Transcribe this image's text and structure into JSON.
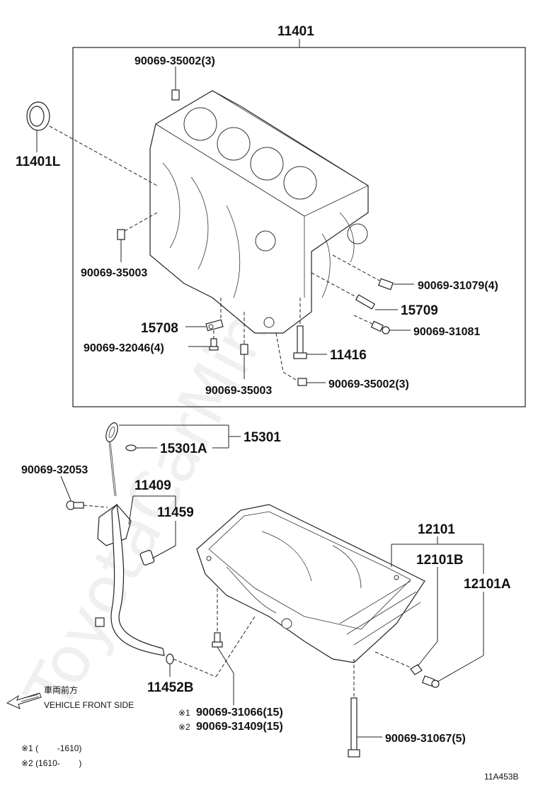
{
  "labels": {
    "block": "11401",
    "plug1": "90069-35002(3)",
    "seal": "11401L",
    "plug2": "90069-35003",
    "bolt_4": "90069-31079(4)",
    "nozzle": "15709",
    "bolt_31081": "90069-31081",
    "bracket": "15708",
    "screw_4": "90069-32046(4)",
    "stud": "11416",
    "plug3": "90069-35003",
    "plug4": "90069-35002(3)",
    "gauge": "15301",
    "gauge_oring": "15301A",
    "gauge_bolt": "90069-32053",
    "guide": "11409",
    "guide_oring": "11459",
    "oring_b": "11452B",
    "pan": "12101",
    "pan_b": "12101B",
    "pan_a": "12101A",
    "bolt_15a": "90069-31066(15)",
    "bolt_15b": "90069-31409(15)",
    "bolt_5": "90069-31067(5)",
    "mark1": "※1",
    "mark2": "※2",
    "front_jp": "車両前方",
    "front_en": "VEHICLE FRONT SIDE",
    "note1": "※1 (        -1610)",
    "note2": "※2 (1610-        )",
    "fig_code": "11A453B",
    "watermark": "ToyotaCarMine.ru"
  }
}
